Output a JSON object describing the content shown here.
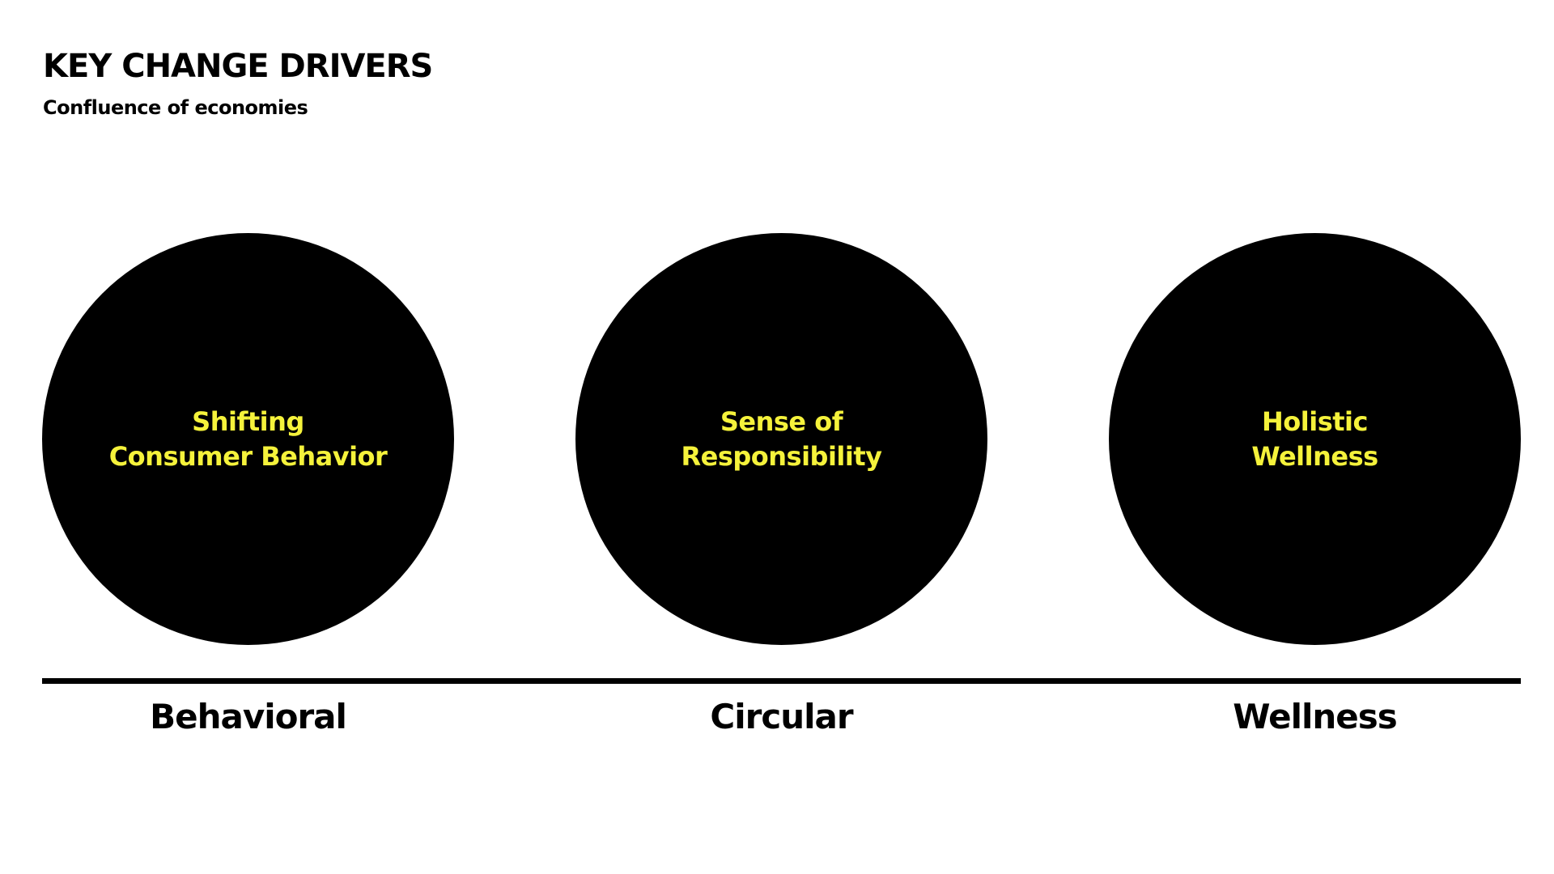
{
  "header": {
    "title": "KEY CHANGE DRIVERS",
    "subtitle": "Confluence of economies"
  },
  "colors": {
    "circle_fill": "#000000",
    "circle_text": "#f5f23b",
    "baseline": "#000000",
    "background": "#ffffff"
  },
  "drivers": [
    {
      "line1": "Shifting",
      "line2": "Consumer Behavior",
      "economy": "Behavioral"
    },
    {
      "line1": "Sense of",
      "line2": "Responsibility",
      "economy": "Circular"
    },
    {
      "line1": "Holistic",
      "line2": "Wellness",
      "economy": "Wellness"
    }
  ]
}
